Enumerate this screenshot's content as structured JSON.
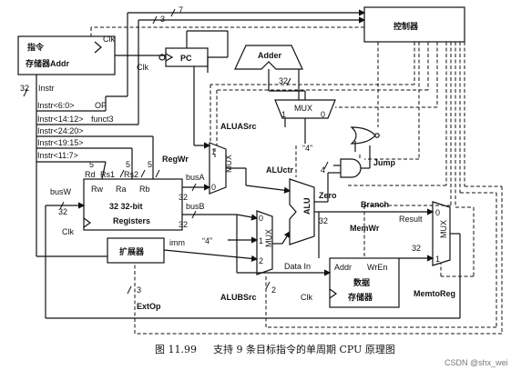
{
  "blocks": {
    "instr_mem": {
      "line1": "指令",
      "line2": "存储器Addr",
      "clk": "Clk"
    },
    "pc": {
      "label": "PC",
      "clk": "Clk"
    },
    "adder": {
      "label": "Adder"
    },
    "controller": {
      "label": "控制器"
    },
    "mux_top": {
      "label": "MUX",
      "in1": "1",
      "in0": "0"
    },
    "mux_a": {
      "label": "MUX",
      "in1": "1",
      "in0": "0"
    },
    "registers": {
      "rw": "Rw",
      "ra": "Ra",
      "rb": "Rb",
      "line1": "32 32-bit",
      "line2": "Registers",
      "clk": "Clk"
    },
    "alu": {
      "label": "ALU"
    },
    "mux_b": {
      "label": "MUX",
      "in0": "0",
      "in1": "1",
      "in2": "2"
    },
    "extender": {
      "label": "扩展器"
    },
    "data_mem": {
      "addr": "Addr",
      "wren": "WrEn",
      "line1": "数据",
      "line2": "存储器",
      "clk": "Clk"
    },
    "mux_out": {
      "label": "MUX",
      "in0": "0",
      "in1": "1"
    }
  },
  "signals": {
    "op": "OP",
    "instr": "Instr",
    "instr_6_0": "Instr<6:0>",
    "instr_14_12": "Instr<14:12>",
    "funct3": "funct3",
    "instr_24_20": "Instr<24:20>",
    "instr_19_15": "Instr<19:15>",
    "instr_11_7": "Instr<11:7>",
    "rd": "Rd",
    "rs1": "Rs1",
    "rs2": "Rs2",
    "regwr": "RegWr",
    "alusrc": "ALUASrc",
    "aluctr": "ALUctr",
    "zero": "Zero",
    "branch": "Branch",
    "jump": "Jump",
    "memwr": "MemWr",
    "memtoreg": "MemtoReg",
    "alubsrc": "ALUBSrc",
    "extop": "ExtOp",
    "busa": "busA",
    "busb": "busB",
    "busw": "busW",
    "imm": "imm",
    "data_in": "Data In",
    "result": "Result",
    "const4_top": "“4”",
    "const4_mid": "“4”"
  },
  "widths": {
    "w7": "7",
    "w3": "3",
    "w32a": "32",
    "w32b": "32",
    "w32c": "32",
    "w32d": "32",
    "w32e": "32",
    "w32f": "32",
    "w32g": "32",
    "w4": "4",
    "w2": "2",
    "w3b": "3",
    "w5a": "5",
    "w5b": "5",
    "w5c": "5"
  },
  "caption": {
    "fig": "图 11.99",
    "text": "支持 9 条目标指令的单周期 CPU 原理图"
  },
  "watermark": "CSDN @shx_wei"
}
